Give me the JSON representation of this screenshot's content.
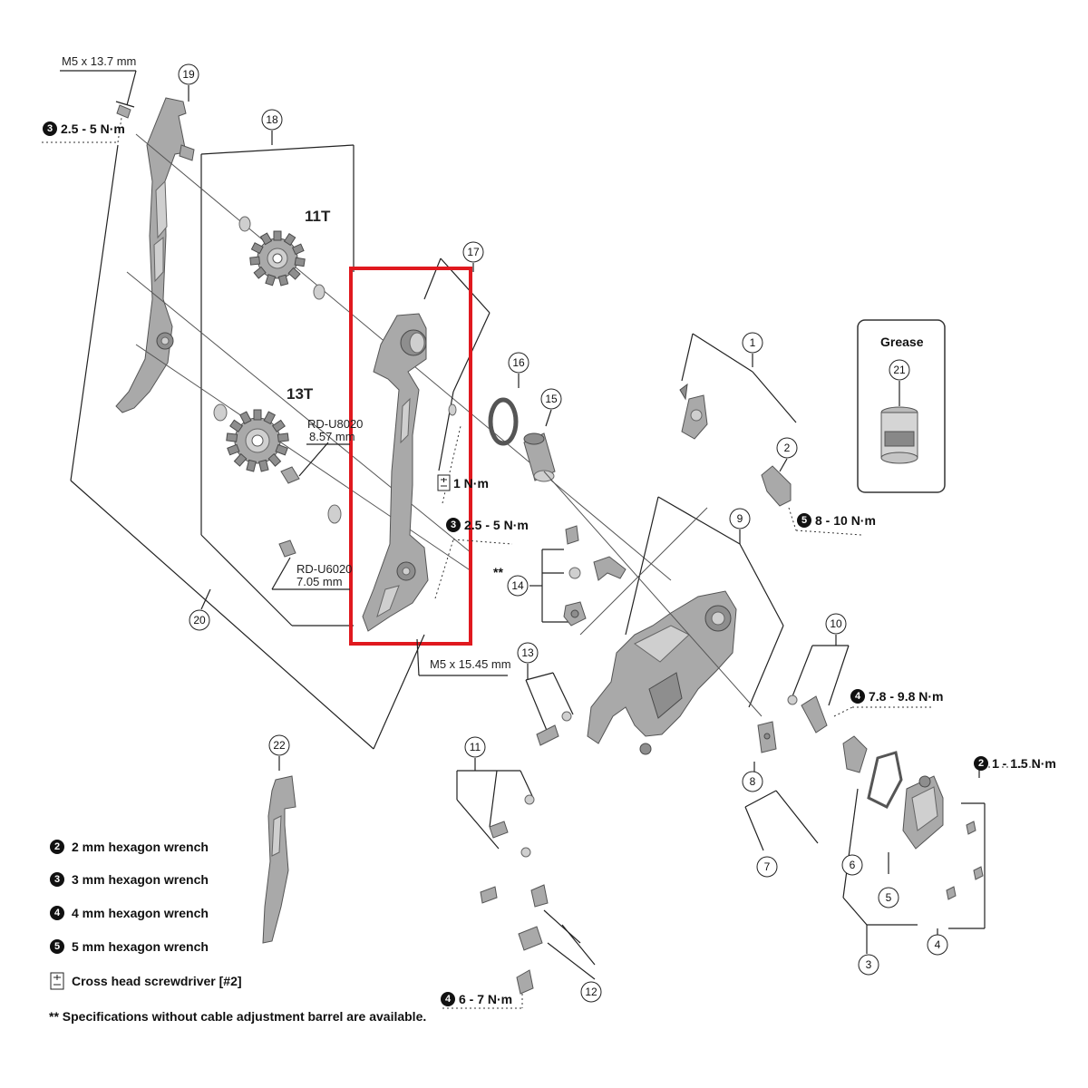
{
  "colors": {
    "highlight": "#e0191f",
    "part_fill": "#a9a9a9",
    "line": "#222222"
  },
  "callouts": [
    "1",
    "2",
    "3",
    "4",
    "5",
    "6",
    "7",
    "8",
    "9",
    "10",
    "11",
    "12",
    "13",
    "14",
    "15",
    "16",
    "17",
    "18",
    "19",
    "20",
    "21",
    "22"
  ],
  "annotations": {
    "screw_19": "M5 x 13.7 mm",
    "torque_19": "2.5 - 5 N·m",
    "torque_19_tool": "3",
    "pulley_top": "11T",
    "pulley_bottom": "13T",
    "bushing_rd_u8020_model": "RD-U8020",
    "bushing_rd_u8020_size": "8.57 mm",
    "bushing_rd_u6020_model": "RD-U6020",
    "bushing_rd_u6020_size": "7.05 mm",
    "torque_17_small": "1 N·m",
    "torque_17": "2.5 - 5 N·m",
    "torque_17_tool": "3",
    "screw_17": "M5 x 15.45 mm",
    "double_star": "**",
    "grease_label": "Grease",
    "torque_2": "8 - 10 N·m",
    "torque_2_tool": "5",
    "torque_10": "7.8 - 9.8 N·m",
    "torque_10_tool": "4",
    "torque_4": "1 - 1.5 N·m",
    "torque_4_tool": "2",
    "torque_12": "6 - 7 N·m",
    "torque_12_tool": "4"
  },
  "legend": {
    "items": [
      {
        "icon": "2",
        "text": "2 mm hexagon wrench"
      },
      {
        "icon": "3",
        "text": "3 mm hexagon wrench"
      },
      {
        "icon": "4",
        "text": "4 mm hexagon wrench"
      },
      {
        "icon": "5",
        "text": "5 mm hexagon wrench"
      },
      {
        "icon": "cross",
        "text": "Cross head screwdriver [#2]"
      }
    ],
    "note": "** Specifications without cable adjustment barrel are available."
  }
}
